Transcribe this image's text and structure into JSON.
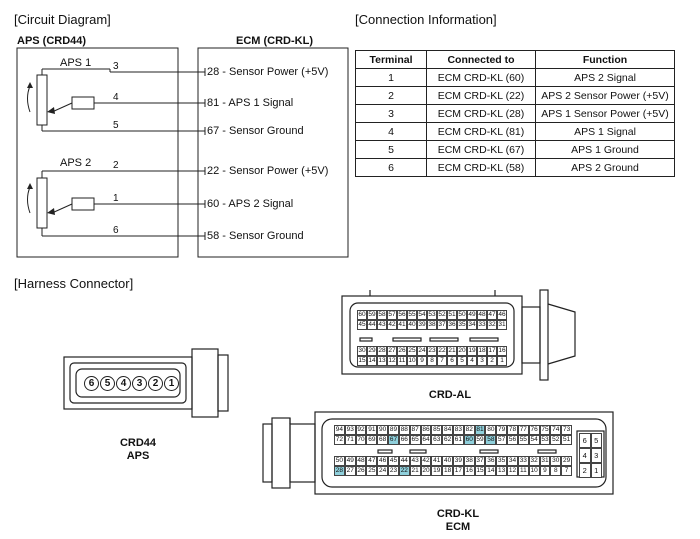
{
  "circuit": {
    "title": "[Circuit Diagram]",
    "aps_header": "APS (CRD44)",
    "ecm_header": "ECM (CRD-KL)",
    "aps1": "APS 1",
    "aps2": "APS 2",
    "aps_pins": [
      "3",
      "4",
      "5",
      "2",
      "1",
      "6"
    ],
    "ecm_signals": [
      "28 - Sensor Power (+5V)",
      "81 - APS 1 Signal",
      "67 - Sensor Ground",
      "22 - Sensor Power (+5V)",
      "60 - APS 2 Signal",
      "58 - Sensor Ground"
    ]
  },
  "connection": {
    "title": "[Connection Information]",
    "headers": [
      "Terminal",
      "Connected to",
      "Function"
    ],
    "rows": [
      [
        "1",
        "ECM CRD-KL (60)",
        "APS 2 Signal"
      ],
      [
        "2",
        "ECM CRD-KL (22)",
        "APS 2 Sensor Power (+5V)"
      ],
      [
        "3",
        "ECM CRD-KL (28)",
        "APS 1 Sensor Power (+5V)"
      ],
      [
        "4",
        "ECM CRD-KL (81)",
        "APS 1 Signal"
      ],
      [
        "5",
        "ECM CRD-KL (67)",
        "APS 1 Ground"
      ],
      [
        "6",
        "ECM CRD-KL (58)",
        "APS 2 Ground"
      ]
    ]
  },
  "harness": {
    "title": "[Harness Connector]",
    "crd44_pins": [
      "6",
      "5",
      "4",
      "3",
      "2",
      "1"
    ],
    "crd44_caption": [
      "CRD44",
      "APS"
    ],
    "crdal_caption": "CRD-AL",
    "crdkl_caption": [
      "CRD-KL",
      "ECM"
    ],
    "crdal_rows": [
      [
        "60",
        "59",
        "58",
        "57",
        "56",
        "55",
        "54",
        "53",
        "52",
        "51",
        "50",
        "49",
        "48",
        "47",
        "46"
      ],
      [
        "45",
        "44",
        "43",
        "42",
        "41",
        "40",
        "39",
        "38",
        "37",
        "36",
        "35",
        "34",
        "33",
        "32",
        "31"
      ],
      [
        "30",
        "29",
        "28",
        "27",
        "26",
        "25",
        "24",
        "23",
        "22",
        "21",
        "20",
        "19",
        "18",
        "17",
        "16"
      ],
      [
        "15",
        "14",
        "13",
        "12",
        "11",
        "10",
        "9",
        "8",
        "7",
        "6",
        "5",
        "4",
        "3",
        "2",
        "1"
      ]
    ],
    "crdkl_rows": [
      [
        "94",
        "93",
        "92",
        "91",
        "90",
        "89",
        "88",
        "87",
        "86",
        "85",
        "84",
        "83",
        "82",
        "81",
        "80",
        "79",
        "78",
        "77",
        "76",
        "75",
        "74",
        "73"
      ],
      [
        "72",
        "71",
        "70",
        "69",
        "68",
        "67",
        "66",
        "65",
        "64",
        "63",
        "62",
        "61",
        "60",
        "59",
        "58",
        "57",
        "56",
        "55",
        "54",
        "53",
        "52",
        "51"
      ],
      [
        "50",
        "49",
        "48",
        "47",
        "46",
        "45",
        "44",
        "43",
        "42",
        "41",
        "40",
        "39",
        "38",
        "37",
        "36",
        "35",
        "34",
        "33",
        "32",
        "31",
        "30",
        "29"
      ],
      [
        "28",
        "27",
        "26",
        "25",
        "24",
        "23",
        "22",
        "21",
        "20",
        "19",
        "18",
        "17",
        "16",
        "15",
        "14",
        "13",
        "12",
        "11",
        "10",
        "9",
        "8",
        "7"
      ]
    ],
    "crdkl_highlight": [
      "81",
      "67",
      "60",
      "58",
      "28",
      "22"
    ],
    "crdkl_side": [
      "6",
      "5",
      "4",
      "3",
      "2",
      "1"
    ]
  }
}
